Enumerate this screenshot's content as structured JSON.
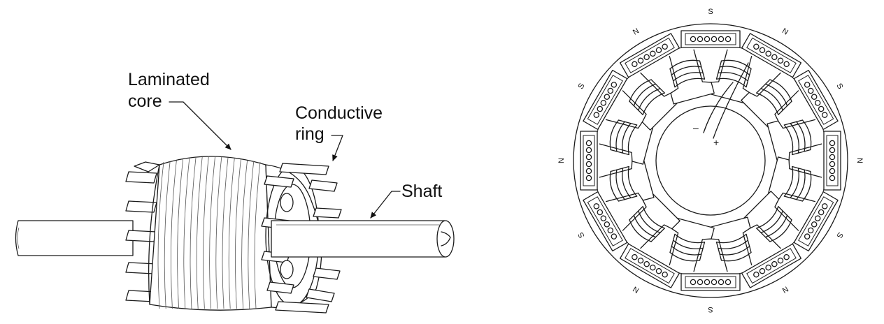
{
  "rotor": {
    "labels": {
      "core_line1": "Laminated",
      "core_line2": "core",
      "ring_line1": "Conductive",
      "ring_line2": "ring",
      "shaft": "Shaft"
    }
  },
  "motor": {
    "terminals": {
      "negative": "–",
      "positive": "+"
    },
    "pole_labels": [
      "S",
      "N",
      "S",
      "N",
      "S",
      "N",
      "S",
      "N",
      "S",
      "N",
      "S",
      "N"
    ]
  }
}
